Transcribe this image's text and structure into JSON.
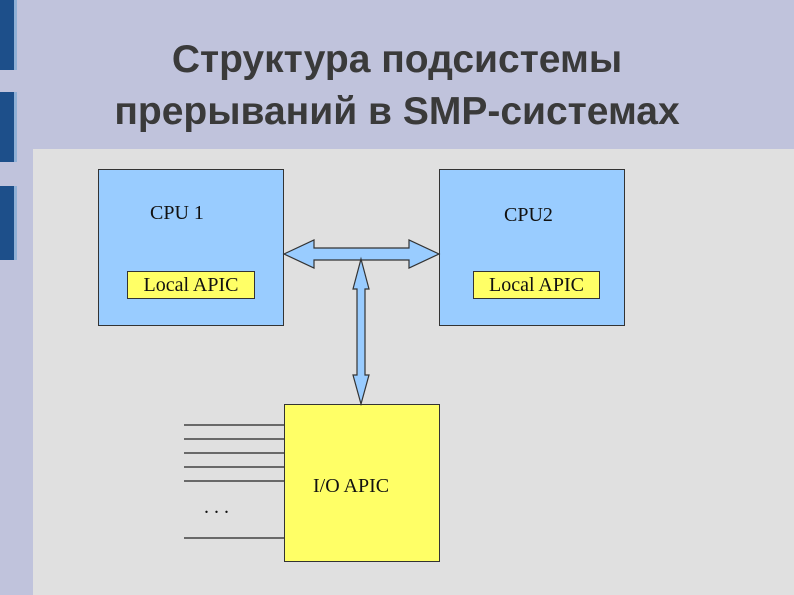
{
  "title": {
    "line1": "Структура подсистемы",
    "line2": "прерываний в SMP-системах"
  },
  "diagram": {
    "cpu1": {
      "name": "CPU 1",
      "apic": "Local APIC"
    },
    "cpu2": {
      "name": "CPU2",
      "apic": "Local APIC"
    },
    "io_apic": {
      "name": "I/O APIC"
    },
    "ellipsis": ". . ."
  },
  "colors": {
    "background": "#c0c3dc",
    "accent": "#1d4f8a",
    "panel": "#e0e0e0",
    "cpu_box": "#99ccff",
    "apic_box": "#ffff66"
  }
}
